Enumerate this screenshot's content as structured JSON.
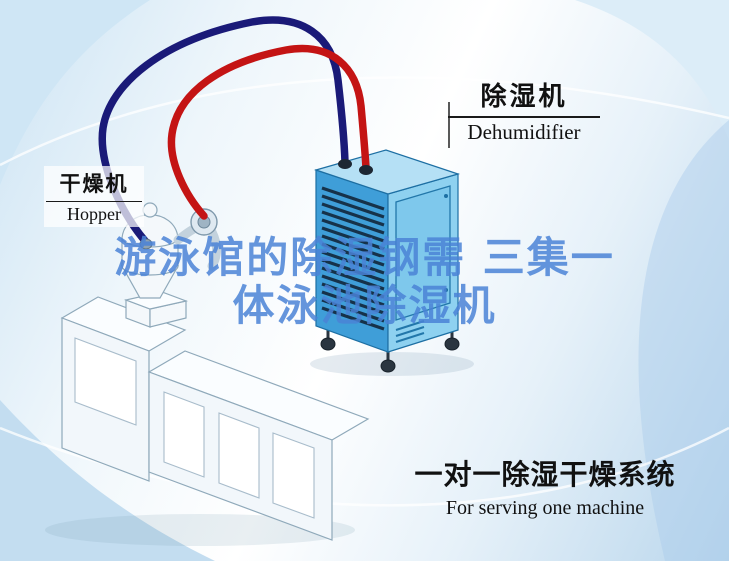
{
  "labels": {
    "dehumidifier_cn": "除湿机",
    "dehumidifier_en": "Dehumidifier",
    "hopper_cn": "干燥机",
    "hopper_en": "Hopper",
    "caption_cn": "一对一除湿干燥系统",
    "caption_en": "For serving one machine"
  },
  "watermark": {
    "line1": "游泳馆的除湿钢需 三集一",
    "line2": "体泳池除湿机"
  },
  "colors": {
    "pipe_red": "#c41414",
    "pipe_navy": "#1a1a78",
    "dehumidifier_front": "#3f9ed8",
    "dehumidifier_side": "#8ed1f0",
    "dehumidifier_top": "#b5e0f5",
    "dehumidifier_door": "#7ec8ec",
    "vent_slats": "#16324a",
    "watermark_text": "#4a83d6",
    "machine_body": "#f2f7fb",
    "background_accent": "#cde4f4"
  }
}
